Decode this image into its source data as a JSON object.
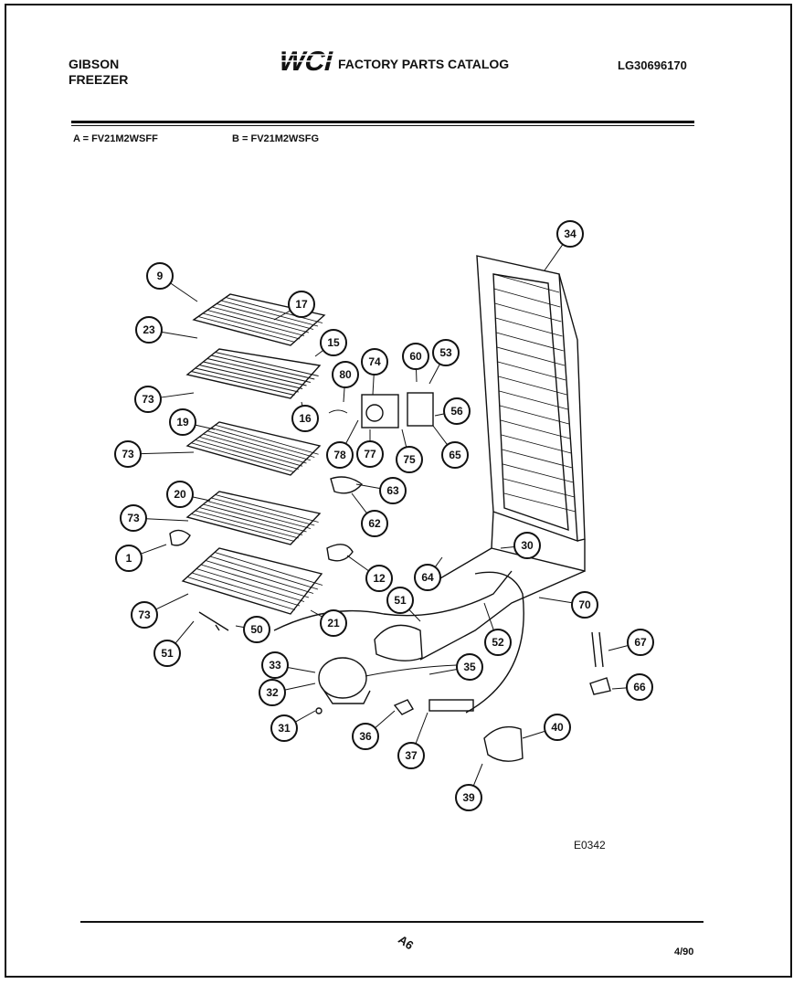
{
  "header": {
    "brand": "GIBSON",
    "product": "FREEZER",
    "catalog_title": "FACTORY PARTS CATALOG",
    "part_number": "LG30696170",
    "logo_text": "WCI"
  },
  "models": {
    "a": "A = FV21M2WSFF",
    "b": "B = FV21M2WSFG"
  },
  "diagram": {
    "code": "E0342",
    "callouts": [
      "9",
      "17",
      "23",
      "15",
      "74",
      "60",
      "53",
      "80",
      "56",
      "73",
      "16",
      "19",
      "73",
      "78",
      "77",
      "75",
      "65",
      "63",
      "20",
      "62",
      "73",
      "1",
      "12",
      "30",
      "64",
      "70",
      "73",
      "51",
      "21",
      "51",
      "50",
      "52",
      "33",
      "35",
      "32",
      "67",
      "66",
      "31",
      "36",
      "37",
      "40",
      "39",
      "34"
    ]
  },
  "footer": {
    "page": "A6",
    "date": "4/90"
  }
}
